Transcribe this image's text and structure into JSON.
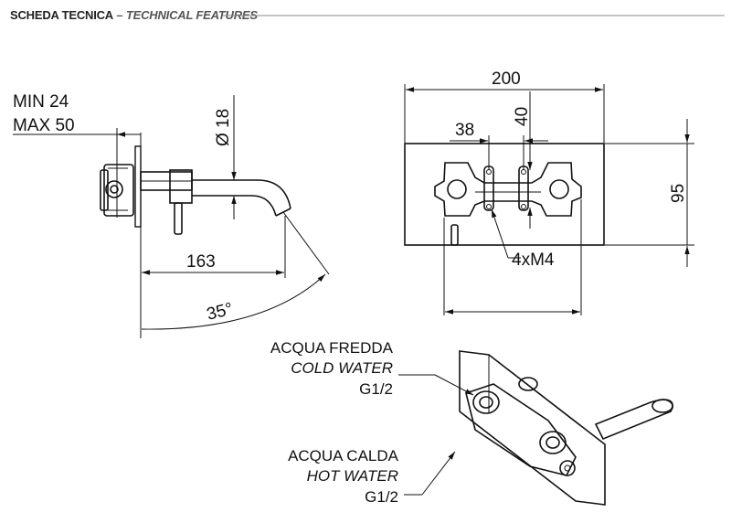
{
  "header": {
    "title": "SCHEDA TECNICA",
    "separator": " – ",
    "subtitle": "TECHNICAL FEATURES"
  },
  "side_view": {
    "wall_range_min": "MIN 24",
    "wall_range_max": "MAX 50",
    "diameter": "Ø 18",
    "projection": "163",
    "angle": "35°"
  },
  "front_view": {
    "plate_width": "200",
    "plate_height": "95",
    "spacing_horizontal": "38",
    "spacing_vertical": "40",
    "screws": "4xM4"
  },
  "connections": {
    "cold": {
      "label_it": "ACQUA FREDDA",
      "label_en": "COLD WATER",
      "thread": "G1/2"
    },
    "hot": {
      "label_it": "ACQUA CALDA",
      "label_en": "HOT WATER",
      "thread": "G1/2"
    }
  }
}
